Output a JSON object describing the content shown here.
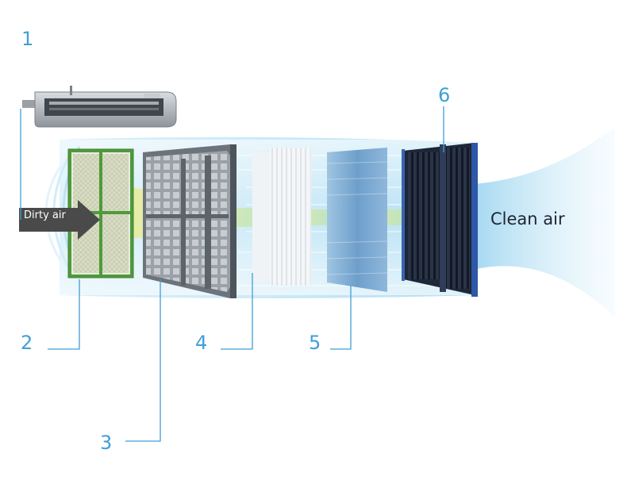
{
  "labels": {
    "dirty_air": "Dirty air",
    "clean_air": "Clean air"
  },
  "callouts": [
    "1",
    "2",
    "3",
    "4",
    "5",
    "6"
  ],
  "colors": {
    "callout_line": "#3f9fd8",
    "airflow": "#bfe4f5",
    "arrow": "#4a4a4a",
    "pre_filter_mesh": "#4f9a3c",
    "dark_filter": "#1d2738"
  }
}
